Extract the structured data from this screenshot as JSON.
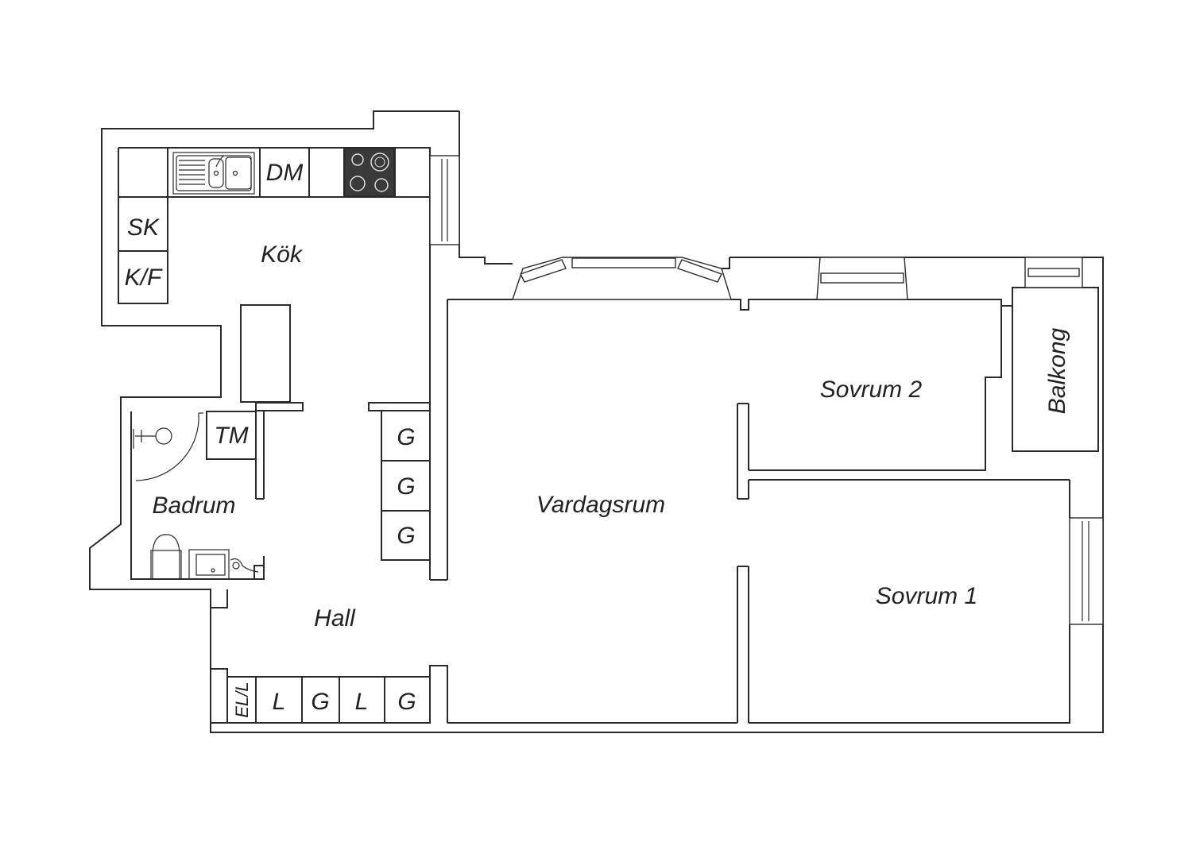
{
  "rooms": {
    "kok": "Kök",
    "vardagsrum": "Vardagsrum",
    "sovrum1": "Sovrum 1",
    "sovrum2": "Sovrum 2",
    "badrum": "Badrum",
    "hall": "Hall",
    "balkong": "Balkong"
  },
  "fixtures": {
    "dm": "DM",
    "sk": "SK",
    "kf": "K/F",
    "tm": "TM",
    "g": "G",
    "l": "L",
    "el_l": "EL/L"
  },
  "colors": {
    "line": "#2a2a2a",
    "stove": "#3a3a3a",
    "background": "#ffffff"
  }
}
